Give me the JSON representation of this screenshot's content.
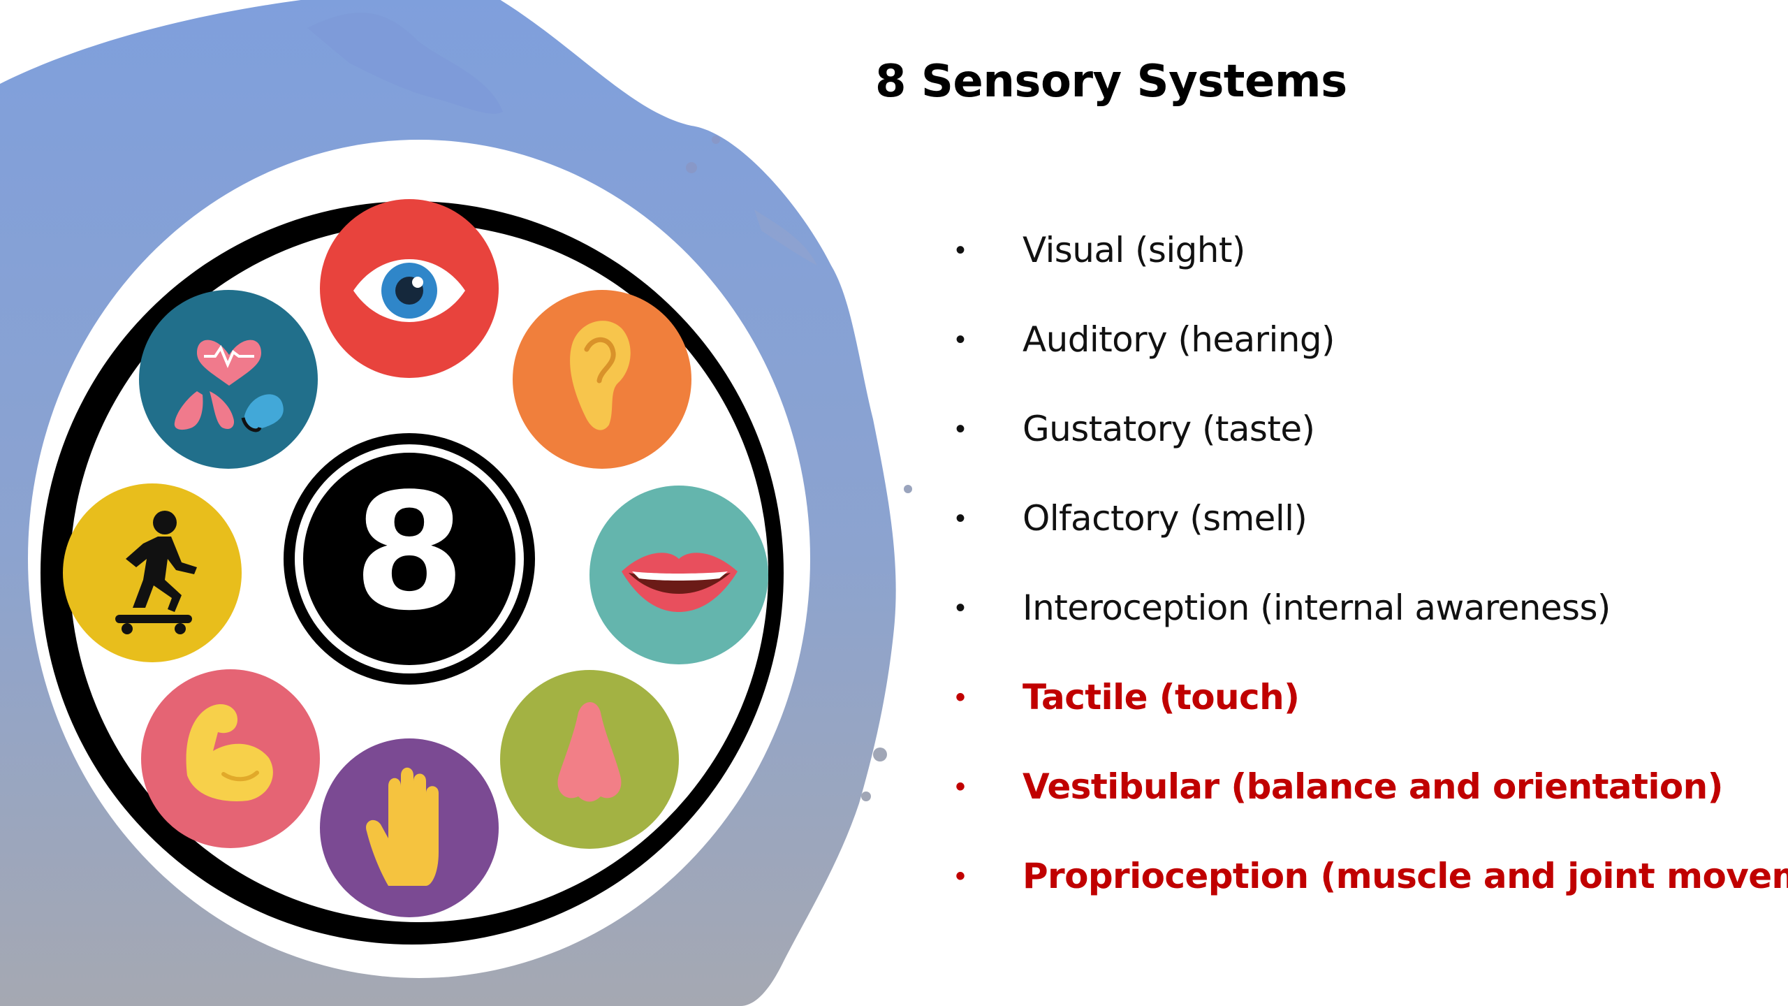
{
  "slide": {
    "title": "8 Sensory Systems",
    "center_numeral": "8",
    "bullet_symbol": "•",
    "colors": {
      "highlight": "#c00000",
      "normal": "#111111",
      "brush": "#8aa2d6"
    },
    "bullets": [
      {
        "text": "Visual (sight)",
        "highlight": false
      },
      {
        "text": "Auditory (hearing)",
        "highlight": false
      },
      {
        "text": "Gustatory (taste)",
        "highlight": false
      },
      {
        "text": "Olfactory (smell)",
        "highlight": false
      },
      {
        "text": "Interoception (internal awareness)",
        "highlight": false
      },
      {
        "text": "Tactile (touch)",
        "highlight": true
      },
      {
        "text": "Vestibular (balance and orientation)",
        "highlight": true
      },
      {
        "text": "Proprioception (muscle and joint movement)",
        "highlight": true
      }
    ],
    "icons": [
      {
        "name": "eye-icon",
        "color": "#e8433d"
      },
      {
        "name": "ear-icon",
        "color": "#f07f3c"
      },
      {
        "name": "mouth-icon",
        "color": "#64b5ad"
      },
      {
        "name": "nose-icon",
        "color": "#a3b243"
      },
      {
        "name": "hand-icon",
        "color": "#7b4a93"
      },
      {
        "name": "muscle-icon",
        "color": "#e56474"
      },
      {
        "name": "skateboarder-icon",
        "color": "#e8be1c"
      },
      {
        "name": "organs-icon",
        "color": "#216f8b"
      }
    ]
  }
}
